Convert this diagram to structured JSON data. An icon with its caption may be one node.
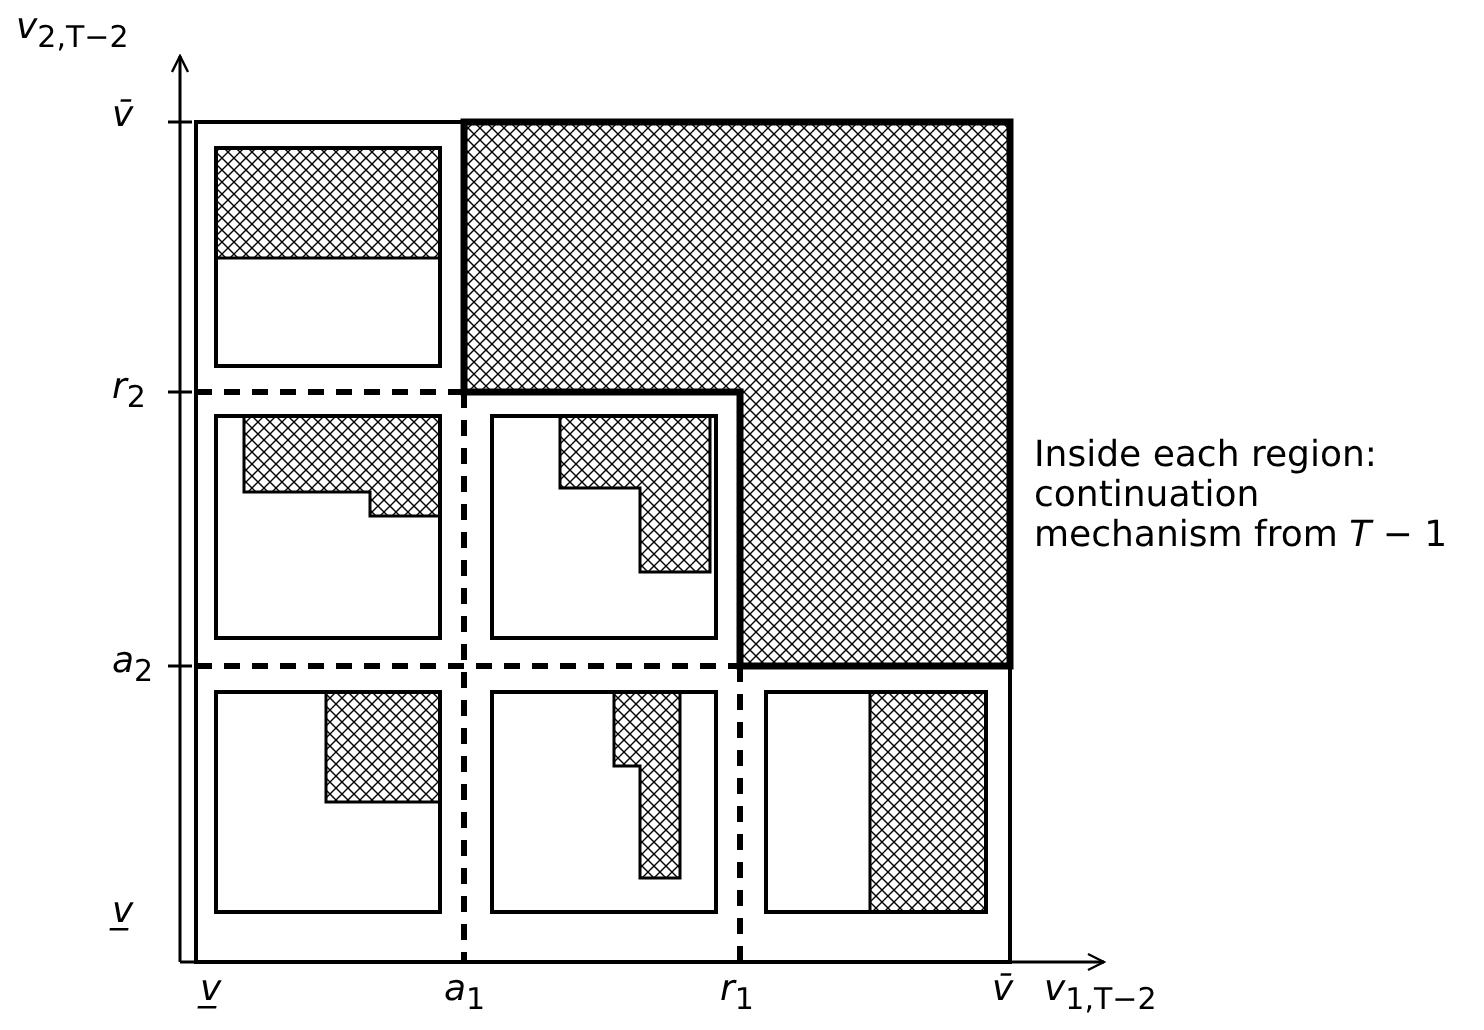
{
  "diagram": {
    "labels": [
      "*v*$_{2,T−2}$",
      "*v̄*",
      "*r*$_{2}$",
      "Inside each region: continuation mechanism from *T* − 1",
      "*a*$_{2}$",
      "*v̲*",
      "*v̲*",
      "*a*$_{1}$",
      "*r*$_{1}$",
      "*v̄*",
      "*v*$_{1,T−2}$"
    ]
  }
}
